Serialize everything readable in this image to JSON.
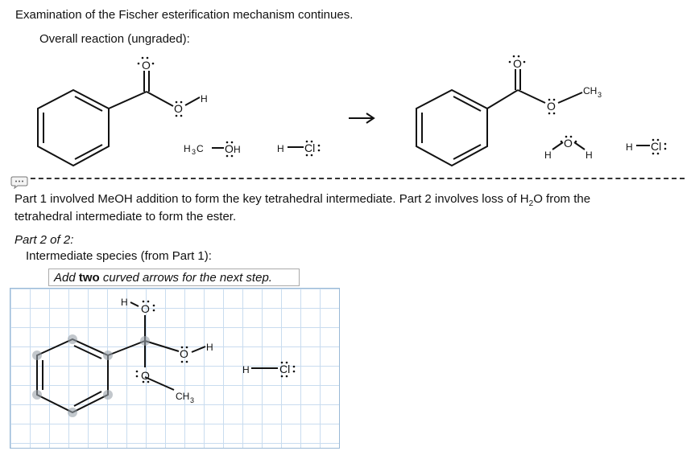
{
  "intro_text": "Examination of the Fischer esterification mechanism continues.",
  "overall_label": "Overall reaction (ungraded):",
  "description_line1": "Part 1 involved MeOH addition to form the key tetrahedral intermediate. Part 2 involves loss of H",
  "description_line1_sub": "2",
  "description_line1_end": "O from the",
  "description_line2": "tetrahedral intermediate to form the ester.",
  "part_heading": "Part 2 of 2:",
  "intermediate_label": "Intermediate species (from Part 1):",
  "instruction": {
    "prefix": "Add ",
    "bold": "two",
    "suffix": " curved arrows for the next step."
  },
  "atoms": {
    "O": "O",
    "H": "H",
    "Cl": "Cl",
    "CH": "CH",
    "sub3": "3",
    "H3C": "H",
    "H3C_sub": "3",
    "H3C_C": "C"
  },
  "arrow_glyph": "→"
}
